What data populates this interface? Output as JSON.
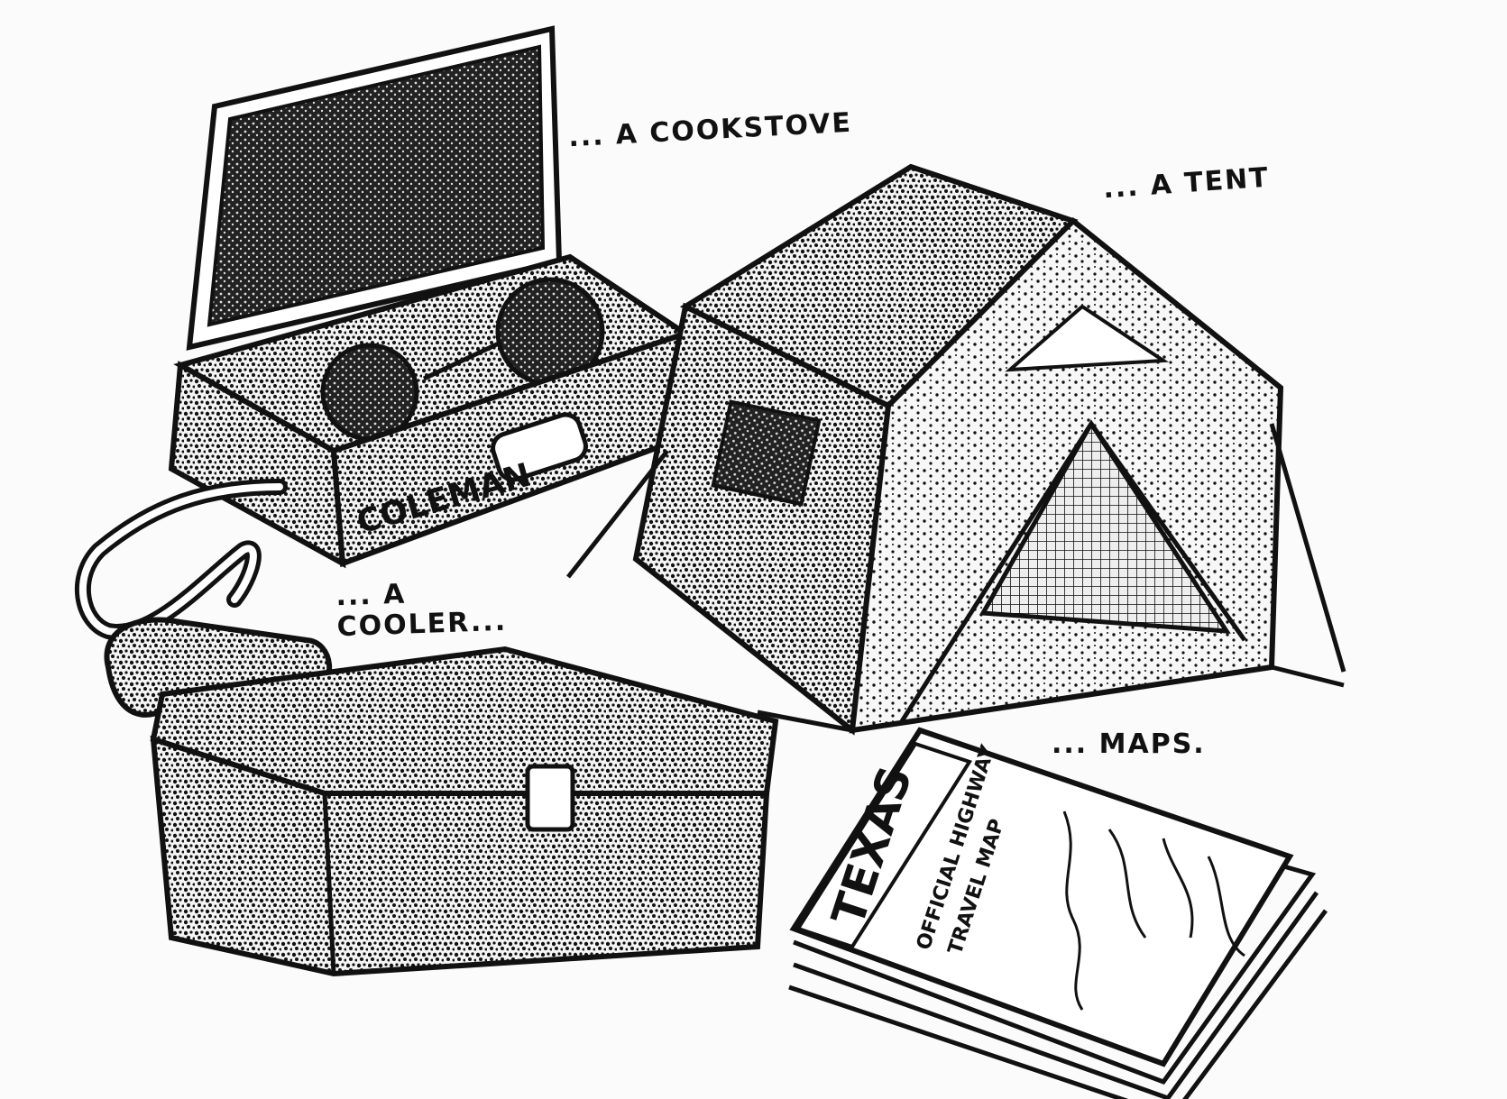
{
  "captions": {
    "cookstove": "... A COOKSTOVE",
    "tent": "... A TENT",
    "cooler_line1": "... A",
    "cooler_line2": "COOLER...",
    "maps": "... MAPS."
  },
  "stove": {
    "brand": "COLEMAN"
  },
  "map": {
    "title": "TEXAS",
    "subtitle_line1": "OFFICIAL HIGHWAY",
    "subtitle_line2": "TRAVEL MAP"
  }
}
